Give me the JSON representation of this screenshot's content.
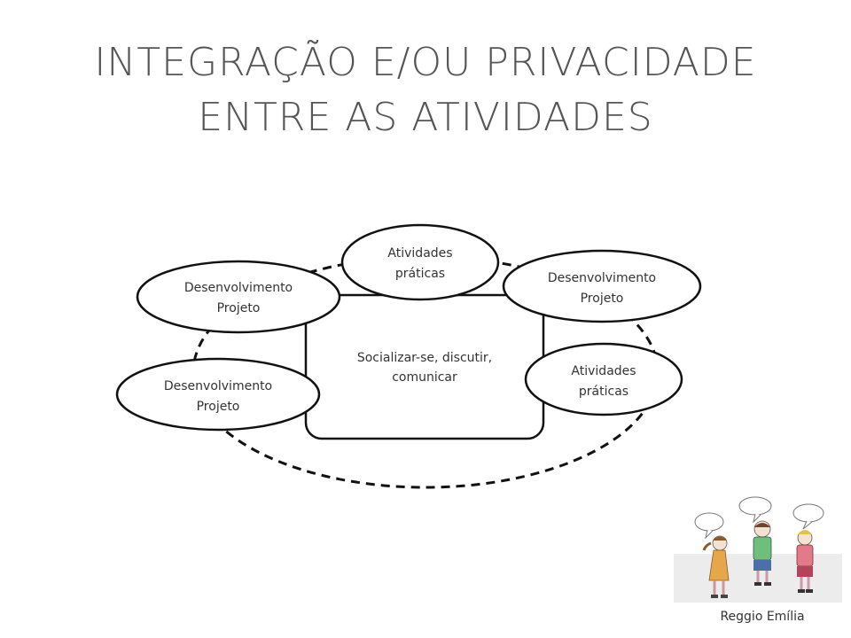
{
  "title": {
    "line1": "INTEGRAÇÃO E/OU PRIVACIDADE",
    "line2": "ENTRE AS ATIVIDADES"
  },
  "center": {
    "line1": "Socializar-se, discutir,",
    "line2": "comunicar"
  },
  "nodes": [
    {
      "line1": "Atividades",
      "line2": "práticas"
    },
    {
      "line1": "Desenvolvimento",
      "line2": "Projeto"
    },
    {
      "line1": "Desenvolvimento",
      "line2": "Projeto"
    },
    {
      "line1": "Desenvolvimento",
      "line2": "Projeto"
    },
    {
      "line1": "Atividades",
      "line2": "práticas"
    }
  ],
  "caption": "Reggio Emília"
}
